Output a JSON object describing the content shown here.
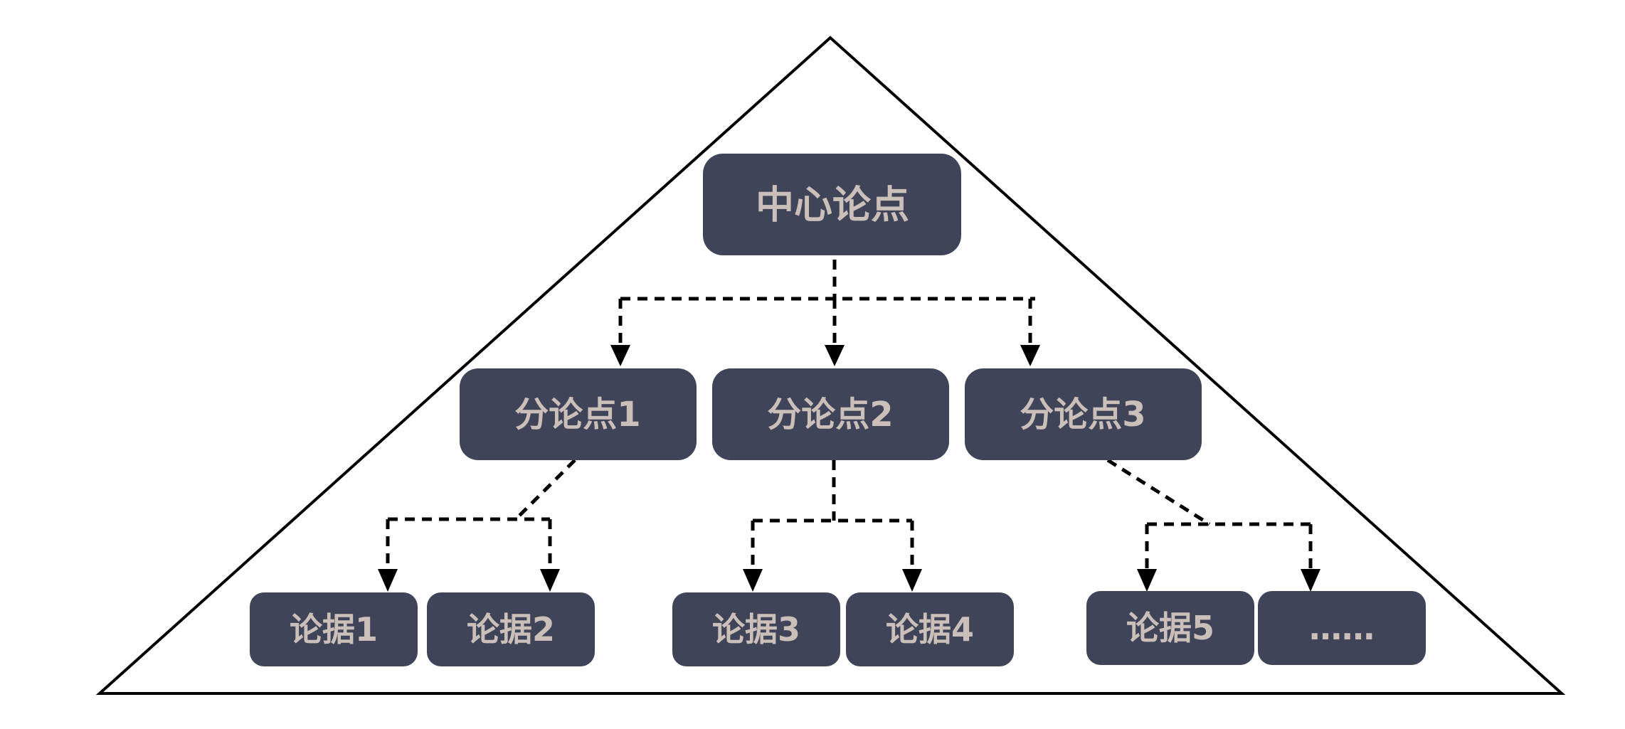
{
  "diagram": {
    "root": {
      "label": "中心论点"
    },
    "branches": [
      {
        "label": "分论点1",
        "children": [
          {
            "label": "论据1"
          },
          {
            "label": "论据2"
          }
        ]
      },
      {
        "label": "分论点2",
        "children": [
          {
            "label": "论据3"
          },
          {
            "label": "论据4"
          }
        ]
      },
      {
        "label": "分论点3",
        "children": [
          {
            "label": "论据5"
          },
          {
            "label": "……"
          }
        ]
      }
    ]
  },
  "colors": {
    "box_fill": "#3f4459",
    "label_text": "#cbbfba",
    "connector": "#000000",
    "outline": "#000000"
  }
}
